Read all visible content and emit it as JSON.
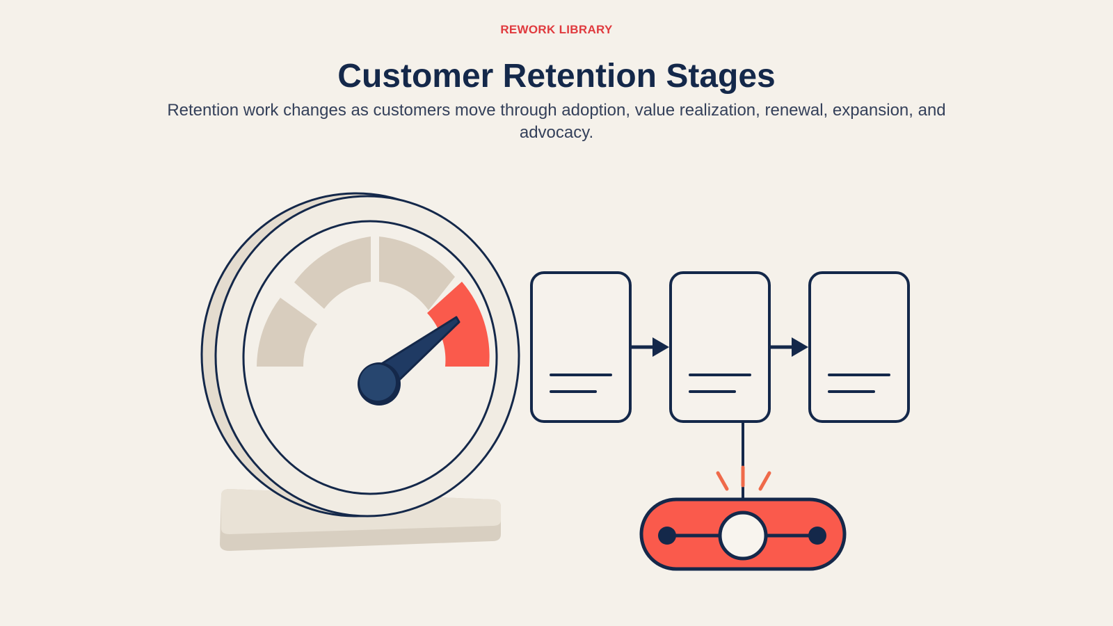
{
  "header": {
    "eyebrow": "REWORK LIBRARY",
    "title": "Customer Retention Stages",
    "subtitle": "Retention work changes as customers move through adoption, value realization, renewal, expansion, and advocacy."
  },
  "illustration": {
    "gauge": {
      "segments": 4,
      "highlighted_segment": 4,
      "icon": "speedometer-gauge-icon"
    },
    "flow": {
      "stage_cards": 3,
      "icon": "process-flow-icon"
    },
    "alert_node": {
      "icon": "pipeline-alert-icon"
    }
  },
  "colors": {
    "background": "#f5f1ea",
    "navy": "#14284a",
    "accent_red": "#fa5a4c",
    "cream": "#efe8dc",
    "beige": "#d8cdbe"
  }
}
